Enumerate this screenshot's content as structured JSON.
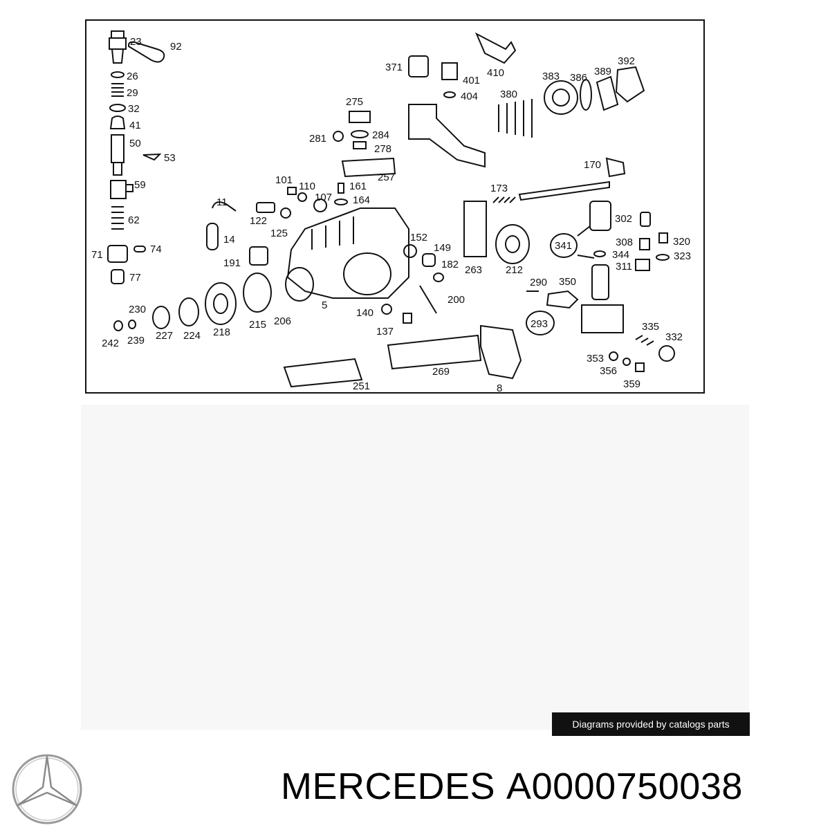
{
  "diagram": {
    "part_labels": [
      {
        "id": "p23",
        "text": "23"
      },
      {
        "id": "p92",
        "text": "92"
      },
      {
        "id": "p26",
        "text": "26"
      },
      {
        "id": "p29",
        "text": "29"
      },
      {
        "id": "p32",
        "text": "32"
      },
      {
        "id": "p41",
        "text": "41"
      },
      {
        "id": "p50",
        "text": "50"
      },
      {
        "id": "p53",
        "text": "53"
      },
      {
        "id": "p59",
        "text": "59"
      },
      {
        "id": "p62",
        "text": "62"
      },
      {
        "id": "p71",
        "text": "71"
      },
      {
        "id": "p74",
        "text": "74"
      },
      {
        "id": "p77",
        "text": "77"
      },
      {
        "id": "p11",
        "text": "11"
      },
      {
        "id": "p14",
        "text": "14"
      },
      {
        "id": "p101",
        "text": "101"
      },
      {
        "id": "p110",
        "text": "110"
      },
      {
        "id": "p107",
        "text": "107"
      },
      {
        "id": "p161",
        "text": "161"
      },
      {
        "id": "p164",
        "text": "164"
      },
      {
        "id": "p122",
        "text": "122"
      },
      {
        "id": "p125",
        "text": "125"
      },
      {
        "id": "p191",
        "text": "191"
      },
      {
        "id": "p275",
        "text": "275"
      },
      {
        "id": "p281",
        "text": "281"
      },
      {
        "id": "p284",
        "text": "284"
      },
      {
        "id": "p278",
        "text": "278"
      },
      {
        "id": "p257",
        "text": "257"
      },
      {
        "id": "p371",
        "text": "371"
      },
      {
        "id": "p401",
        "text": "401"
      },
      {
        "id": "p404",
        "text": "404"
      },
      {
        "id": "p410",
        "text": "410"
      },
      {
        "id": "p380",
        "text": "380"
      },
      {
        "id": "p383",
        "text": "383"
      },
      {
        "id": "p386",
        "text": "386"
      },
      {
        "id": "p389",
        "text": "389"
      },
      {
        "id": "p392",
        "text": "392"
      },
      {
        "id": "p170",
        "text": "170"
      },
      {
        "id": "p173",
        "text": "173"
      },
      {
        "id": "p152",
        "text": "152"
      },
      {
        "id": "p149",
        "text": "149"
      },
      {
        "id": "p182",
        "text": "182"
      },
      {
        "id": "p263",
        "text": "263"
      },
      {
        "id": "p212",
        "text": "212"
      },
      {
        "id": "p302",
        "text": "302"
      },
      {
        "id": "p341",
        "text": "341"
      },
      {
        "id": "p308",
        "text": "308"
      },
      {
        "id": "p320",
        "text": "320"
      },
      {
        "id": "p344",
        "text": "344"
      },
      {
        "id": "p323",
        "text": "323"
      },
      {
        "id": "p311",
        "text": "311"
      },
      {
        "id": "p290",
        "text": "290"
      },
      {
        "id": "p350",
        "text": "350"
      },
      {
        "id": "p293",
        "text": "293"
      },
      {
        "id": "p200",
        "text": "200"
      },
      {
        "id": "p140",
        "text": "140"
      },
      {
        "id": "p137",
        "text": "137"
      },
      {
        "id": "p5",
        "text": "5"
      },
      {
        "id": "p230",
        "text": "230"
      },
      {
        "id": "p242",
        "text": "242"
      },
      {
        "id": "p239",
        "text": "239"
      },
      {
        "id": "p227",
        "text": "227"
      },
      {
        "id": "p224",
        "text": "224"
      },
      {
        "id": "p218",
        "text": "218"
      },
      {
        "id": "p215",
        "text": "215"
      },
      {
        "id": "p206",
        "text": "206"
      },
      {
        "id": "p269",
        "text": "269"
      },
      {
        "id": "p251",
        "text": "251"
      },
      {
        "id": "p8",
        "text": "8"
      },
      {
        "id": "p335",
        "text": "335"
      },
      {
        "id": "p332",
        "text": "332"
      },
      {
        "id": "p353",
        "text": "353"
      },
      {
        "id": "p356",
        "text": "356"
      },
      {
        "id": "p359",
        "text": "359"
      }
    ]
  },
  "credit": "Diagrams provided by catalogs parts",
  "footer": {
    "brand": "MERCEDES",
    "part_number": "A0000750038"
  }
}
